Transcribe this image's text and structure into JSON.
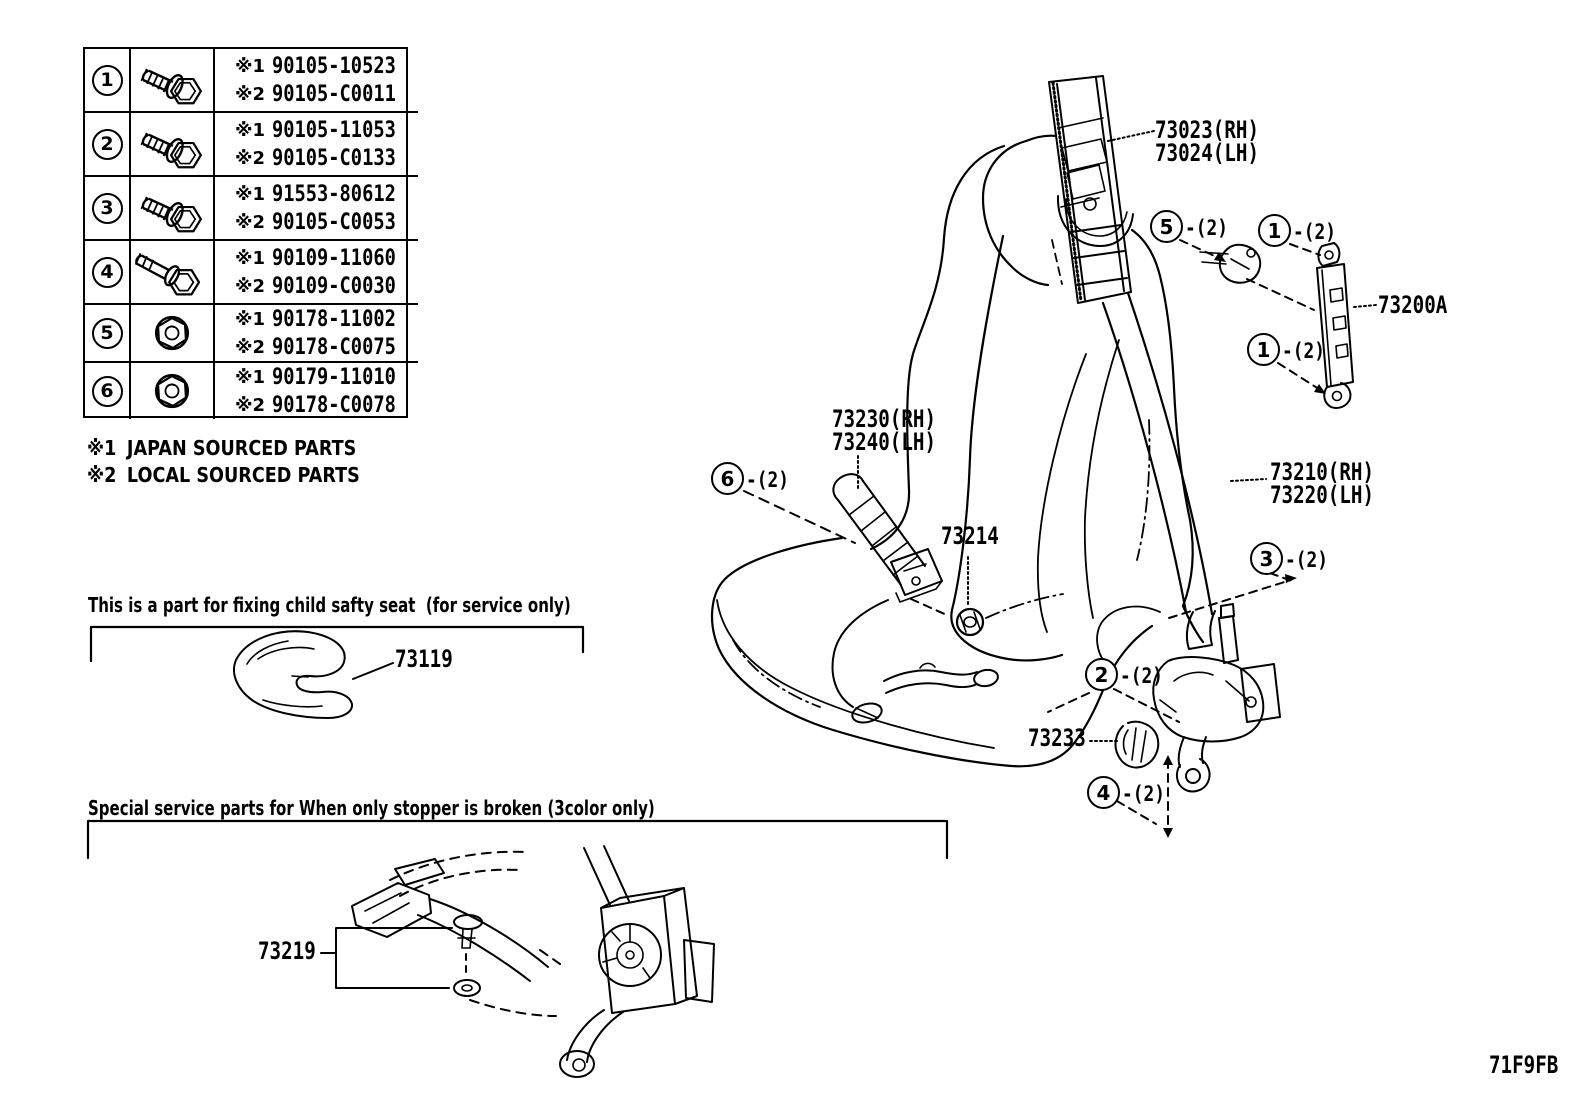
{
  "table": {
    "rows": [
      {
        "num": "1",
        "icon": "hex-flange-bolt-icon",
        "entries": [
          {
            "ref": "※1",
            "part": "90105-10523"
          },
          {
            "ref": "※2",
            "part": "90105-C0011"
          }
        ]
      },
      {
        "num": "2",
        "icon": "hex-flange-bolt-icon",
        "entries": [
          {
            "ref": "※1",
            "part": "90105-11053"
          },
          {
            "ref": "※2",
            "part": "90105-C0133"
          }
        ]
      },
      {
        "num": "3",
        "icon": "hex-flange-bolt-icon",
        "entries": [
          {
            "ref": "※1",
            "part": "91553-80612"
          },
          {
            "ref": "※2",
            "part": "90105-C0053"
          }
        ]
      },
      {
        "num": "4",
        "icon": "shoulder-bolt-icon",
        "entries": [
          {
            "ref": "※1",
            "part": "90109-11060"
          },
          {
            "ref": "※2",
            "part": "90109-C0030"
          }
        ]
      },
      {
        "num": "5",
        "icon": "flange-nut-icon",
        "entries": [
          {
            "ref": "※1",
            "part": "90178-11002"
          },
          {
            "ref": "※2",
            "part": "90178-C0075"
          }
        ]
      },
      {
        "num": "6",
        "icon": "flange-nut-icon",
        "entries": [
          {
            "ref": "※1",
            "part": "90179-11010"
          },
          {
            "ref": "※2",
            "part": "90178-C0078"
          }
        ]
      }
    ]
  },
  "notes": [
    {
      "ref": "※1",
      "text": "JAPAN SOURCED PARTS"
    },
    {
      "ref": "※2",
      "text": "LOCAL SOURCED PARTS"
    }
  ],
  "sections": {
    "child_seat": {
      "title": "This is a part for fixing child safty seat  (for service only)",
      "part": "73119"
    },
    "stopper": {
      "title": "Special service parts for When only stopper is broken (3color only)",
      "part": "73219"
    }
  },
  "diagram": {
    "labels": {
      "belt_upper_line1": "73023(RH)",
      "belt_upper_line2": "73024(LH)",
      "adjuster": "73200A",
      "buckle_line1": "73230(RH)",
      "buckle_line2": "73240(LH)",
      "outer_belt_line1": "73210(RH)",
      "outer_belt_line2": "73220(LH)",
      "anchor_nut": "73214",
      "cover_cap": "73233"
    },
    "callouts": [
      {
        "num": "5",
        "qty": "-(2)"
      },
      {
        "num": "1",
        "qty": "-(2)"
      },
      {
        "num": "1",
        "qty": "-(2)"
      },
      {
        "num": "6",
        "qty": "-(2)"
      },
      {
        "num": "3",
        "qty": "-(2)"
      },
      {
        "num": "2",
        "qty": "-(2)"
      },
      {
        "num": "4",
        "qty": "-(2)"
      }
    ]
  },
  "figure_code": "71F9FB"
}
